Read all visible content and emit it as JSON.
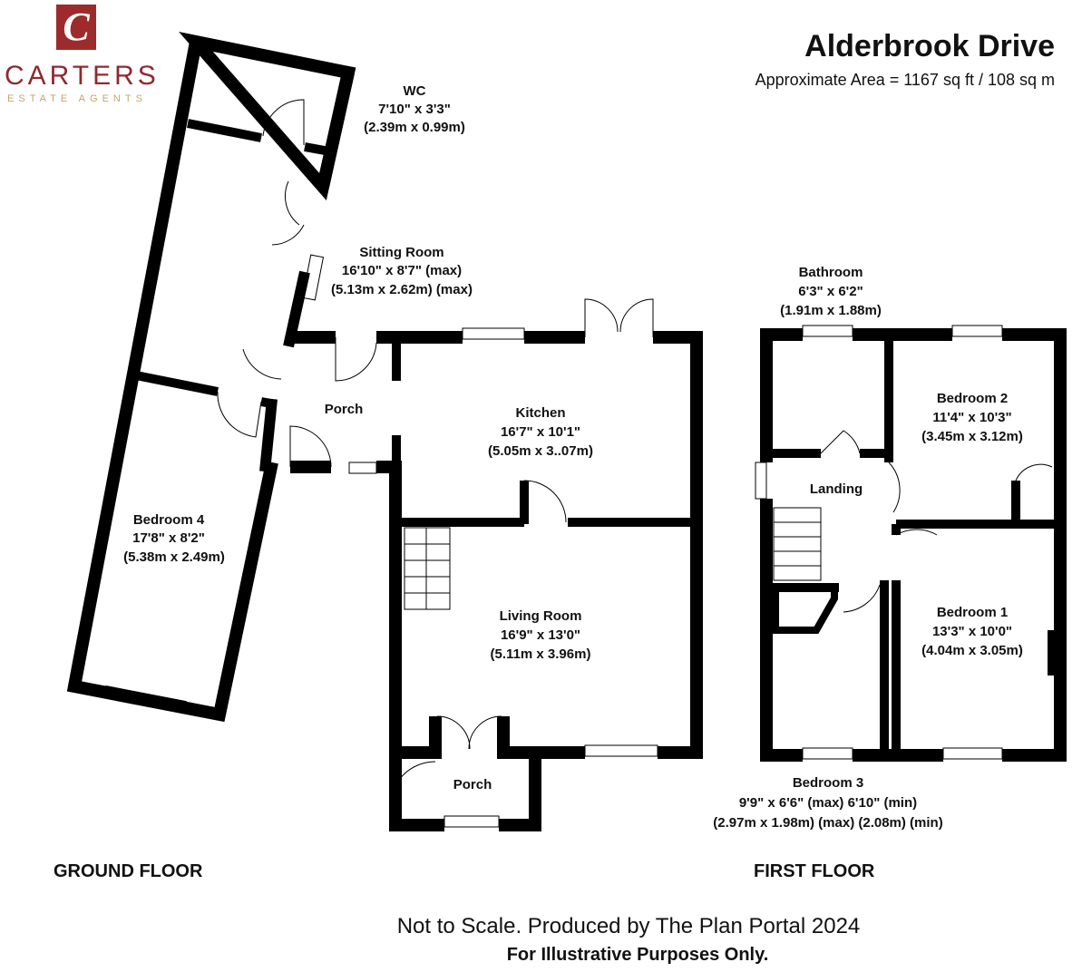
{
  "brand": {
    "mark": "C",
    "name": "CARTERS",
    "tagline": "ESTATE AGENTS",
    "colors": {
      "primary": "#9e2b2b",
      "accent": "#c4a46e"
    }
  },
  "header": {
    "title": "Alderbrook Drive",
    "area": "Approximate Area = 1167 sq ft / 108 sq m"
  },
  "ground_floor": {
    "label": "GROUND FLOOR",
    "rooms": [
      {
        "name": "WC",
        "imperial": "7'10\" x 3'3\"",
        "metric": "(2.39m x 0.99m)"
      },
      {
        "name": "Sitting Room",
        "imperial": "16'10\" x 8'7\" (max)",
        "metric": "(5.13m x 2.62m) (max)"
      },
      {
        "name": "Porch"
      },
      {
        "name": "Kitchen",
        "imperial": "16'7\" x 10'1\"",
        "metric": "(5.05m x 3..07m)"
      },
      {
        "name": "Bedroom 4",
        "imperial": "17'8\" x 8'2\"",
        "metric": "(5.38m x 2.49m)"
      },
      {
        "name": "Living Room",
        "imperial": "16'9\" x 13'0\"",
        "metric": "(5.11m x 3.96m)"
      },
      {
        "name": "Porch"
      }
    ]
  },
  "first_floor": {
    "label": "FIRST FLOOR",
    "rooms": [
      {
        "name": "Bathroom",
        "imperial": "6'3\" x 6'2\"",
        "metric": "(1.91m x 1.88m)"
      },
      {
        "name": "Bedroom 2",
        "imperial": "11'4\" x 10'3\"",
        "metric": "(3.45m x 3.12m)"
      },
      {
        "name": "Landing"
      },
      {
        "name": "Bedroom 1",
        "imperial": "13'3\" x 10'0\"",
        "metric": "(4.04m x 3.05m)"
      },
      {
        "name": "Bedroom 3",
        "imperial": "9'9\" x 6'6\" (max) 6'10\" (min)",
        "metric": "(2.97m x 1.98m) (max) (2.08m) (min)"
      }
    ]
  },
  "footer": {
    "line1": "Not to Scale. Produced by The Plan Portal 2024",
    "line2": "For Illustrative Purposes Only."
  }
}
